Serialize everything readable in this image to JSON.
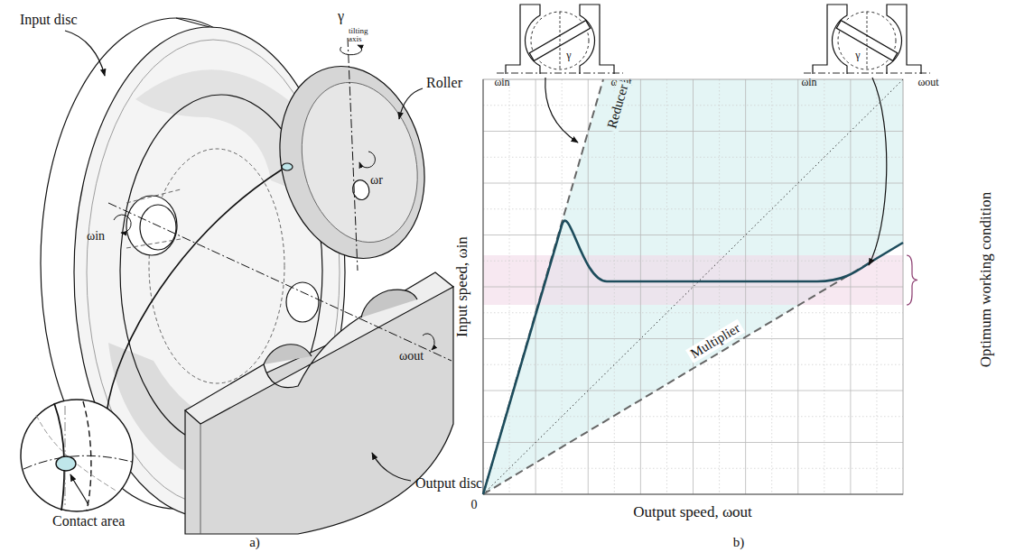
{
  "diagram": {
    "labels": [
      "Input disc",
      "Roller",
      "Output disc",
      "Contact area",
      "γ",
      "tilting axis",
      "ωin",
      "ωr",
      "ωout",
      "a)",
      "b)",
      "ωin",
      "ωout",
      "γ",
      "ωin",
      "ωout",
      "γ",
      "Reducer",
      "Multiplier",
      "Input speed, ωin",
      "Output speed, ωout",
      "0",
      "Optimum working condition"
    ]
  }
}
